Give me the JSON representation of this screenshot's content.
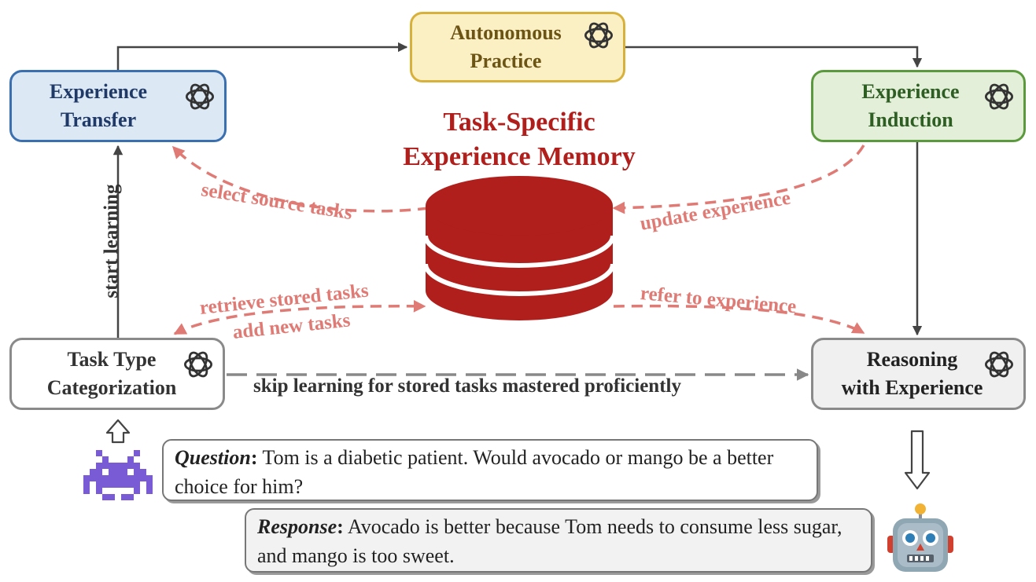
{
  "nodes": {
    "experience_transfer": "Experience\nTransfer",
    "autonomous_practice": "Autonomous\nPractice",
    "experience_induction": "Experience\nInduction",
    "task_type_categorization": "Task Type\nCategorization",
    "reasoning_with_experience": "Reasoning\nwith Experience"
  },
  "memory": {
    "title_line1": "Task-Specific",
    "title_line2": "Experience Memory"
  },
  "edge_labels": {
    "select_source_tasks": "select source tasks",
    "update_experience": "update experience",
    "retrieve_stored_tasks": "retrieve stored tasks",
    "add_new_tasks": "add new tasks",
    "refer_to_experience": "refer to experience",
    "skip_learning": "skip learning for stored tasks mastered proficiently",
    "start_learning": "start learning"
  },
  "question": {
    "prefix": "Question",
    "colon": ":",
    "text": " Tom is a diabetic patient. Would avocado or mango be a better choice for him?"
  },
  "response": {
    "prefix": "Response",
    "colon": ":",
    "text": " Avocado is better because Tom needs to consume less sugar, and mango is too sweet."
  },
  "icons": {
    "node_icon": "openai-logo-icon",
    "user_avatar": "space-invader-icon",
    "agent_avatar": "robot-icon",
    "memory_icon": "database-icon"
  },
  "colors": {
    "memory_red": "#b01f1c",
    "dashed_arrow": "#e07a74",
    "solid_arrow": "#444444",
    "skip_arrow": "#888888"
  }
}
